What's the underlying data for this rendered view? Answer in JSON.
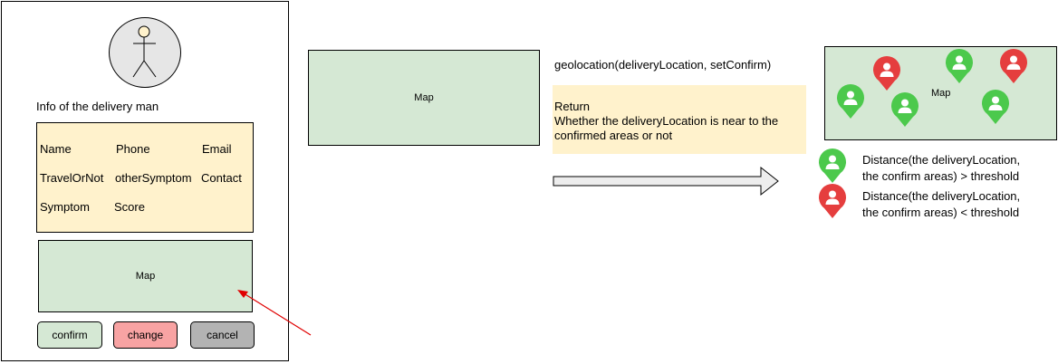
{
  "left_panel": {
    "info_title": "Info of the delivery man",
    "fields": {
      "name": "Name",
      "phone": "Phone",
      "email": "Email",
      "travel": "TravelOrNot",
      "other_symptom": "otherSymptom",
      "contact": "Contact",
      "symptom": "Symptom",
      "score": "Score"
    },
    "map_label": "Map",
    "buttons": {
      "confirm": "confirm",
      "change": "change",
      "cancel": "cancel"
    },
    "colors": {
      "confirm": "#d5e8d4",
      "change": "#f8a3a3",
      "cancel": "#b3b3b3"
    }
  },
  "middle": {
    "map_label": "Map",
    "function_call": "geolocation(deliveryLocation, setConfirm)",
    "return_title": "Return",
    "return_line1": "Whether the deliveryLocation is near to the",
    "return_line2": "confirmed areas or not"
  },
  "right": {
    "map_label": "Map",
    "legend_green_line1": "Distance(the deliveryLocation,",
    "legend_green_line2": "the confirm areas) > threshold",
    "legend_red_line1": "Distance(the deliveryLocation,",
    "legend_red_line2": "the confirm areas) < threshold",
    "colors": {
      "green_pin": "#4cc94c",
      "red_pin": "#e53e3e"
    }
  }
}
